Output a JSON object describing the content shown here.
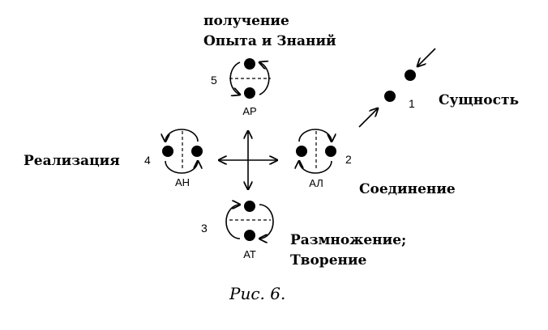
{
  "nodes": {
    "n1": {
      "number": "1",
      "label": "Сущность"
    },
    "n2": {
      "number": "2",
      "code": "АЛ",
      "label": "Соединение"
    },
    "n3": {
      "number": "3",
      "code": "АТ",
      "label_line1": "Размножение;",
      "label_line2": "Творение"
    },
    "n4": {
      "number": "4",
      "code": "АН",
      "label": "Реализация"
    },
    "n5": {
      "number": "5",
      "code": "АР",
      "label_line1": "получение",
      "label_line2": "Опыта и Знаний"
    }
  },
  "caption": "Рис. 6.",
  "colors": {
    "ink": "#000000",
    "background": "#ffffff"
  }
}
